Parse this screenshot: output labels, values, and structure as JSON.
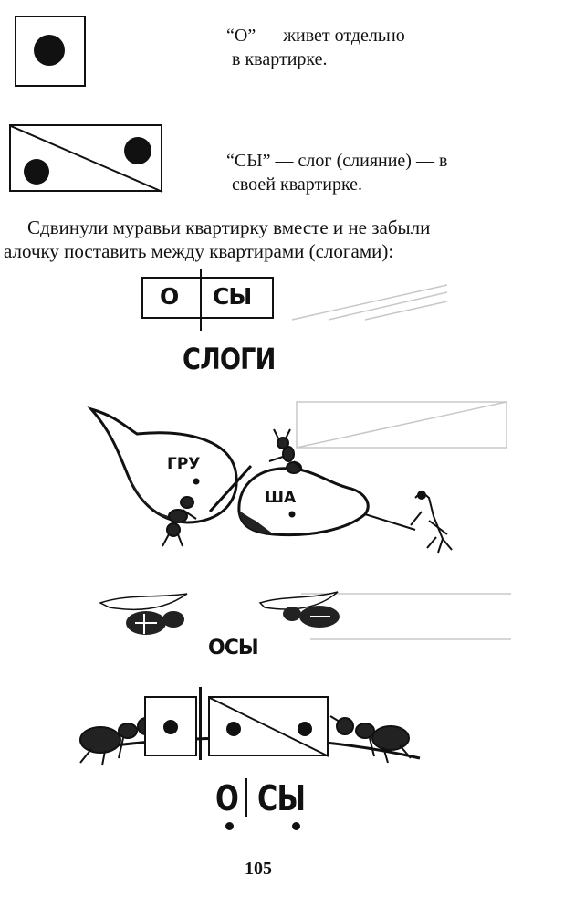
{
  "legend": {
    "vowel_caption_line1": "“О” — живет отдельно",
    "vowel_caption_line2": "в квартирке.",
    "syllable_caption_line1": "“СЫ” — слог (слияние) — в",
    "syllable_caption_line2": "своей квартирке."
  },
  "paragraph": {
    "line1": "Сдвинули муравьи квартирку вместе и не забыли",
    "line2": "алочку поставить между квартирами (слогами):"
  },
  "scheme": {
    "cell1": "О",
    "cell2": "СЫ",
    "title": "СЛОГИ"
  },
  "pears": {
    "left_label": "ГРУ",
    "right_label": "ША"
  },
  "wasps": {
    "label": "ОСЫ"
  },
  "bottom_word": {
    "part1": "О",
    "part2": "СЫ"
  },
  "page_number": "105"
}
